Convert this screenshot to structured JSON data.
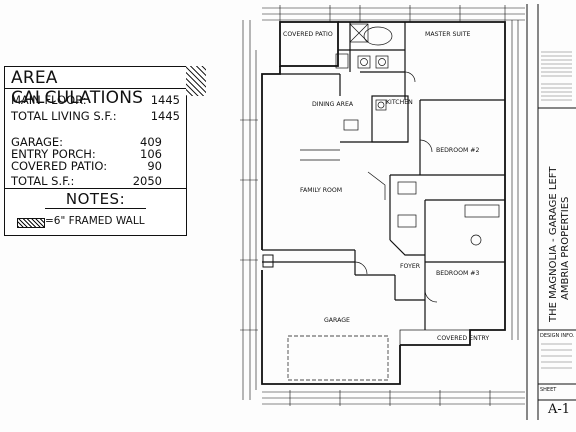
{
  "area_calculations": {
    "title": "AREA CALCULATIONS",
    "rows": [
      {
        "label": "MAIN FLOOR:",
        "value": "1445"
      },
      {
        "label": "TOTAL LIVING S.F.:",
        "value": "1445"
      },
      {
        "label": "GARAGE:",
        "value": "409"
      },
      {
        "label": "ENTRY PORCH:",
        "value": "106"
      },
      {
        "label": "COVERED PATIO:",
        "value": "90"
      },
      {
        "label": "TOTAL S.F.:",
        "value": "2050"
      }
    ],
    "notes_title": "NOTES:",
    "legend_text": "=6\" FRAMED WALL"
  },
  "rooms": {
    "covered_patio": "COVERED PATIO",
    "master_suite": "MASTER SUITE",
    "dining_area": "DINING AREA",
    "kitchen": "KITCHEN",
    "bedroom2": "BEDROOM #2",
    "family_room": "FAMILY ROOM",
    "foyer": "FOYER",
    "bedroom3": "BEDROOM #3",
    "garage": "GARAGE",
    "covered_entry": "COVERED ENTRY"
  },
  "title_block": {
    "plan_name": "THE MAGNOLIA - GARAGE LEFT",
    "company": "AMBRIA PROPERTIES",
    "design_info": "DESIGN INFO.",
    "sheet_label": "SHEET",
    "sheet_number": "A-1"
  },
  "colors": {
    "ink": "#111111",
    "paper": "#ffffff"
  }
}
